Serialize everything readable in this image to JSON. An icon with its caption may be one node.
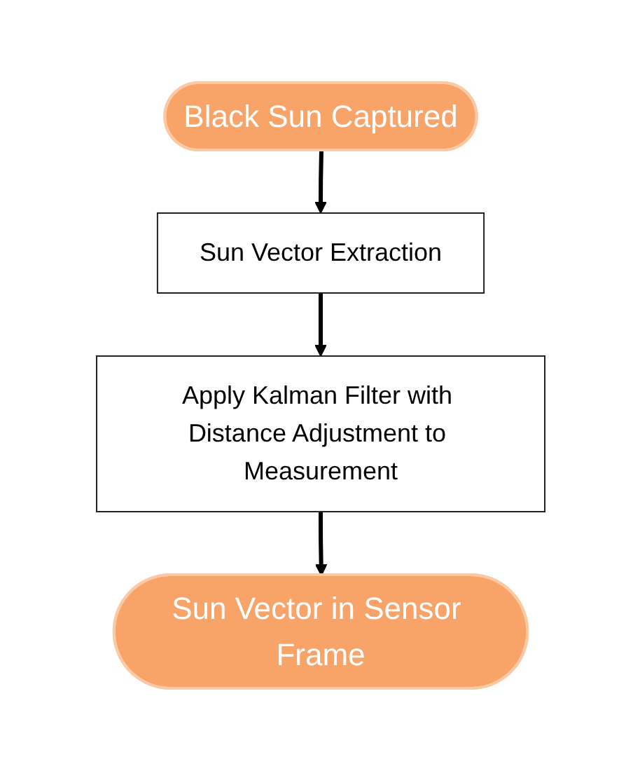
{
  "diagram": {
    "nodes": [
      {
        "text": [
          "Black Sun Captured"
        ]
      },
      {
        "text": [
          "Sun Vector Extraction"
        ]
      },
      {
        "text": [
          "Apply Kalman Filter with Distance Adjustment to Measurement"
        ]
      },
      {
        "text": [
          "Sun Vector in Sensor Frame"
        ]
      }
    ],
    "edges": [
      {
        "from": 0,
        "to": 1,
        "arrow": "to"
      },
      {
        "from": 1,
        "to": 2,
        "arrow": "to"
      },
      {
        "from": 2,
        "to": 3,
        "arrow": "to"
      }
    ]
  }
}
